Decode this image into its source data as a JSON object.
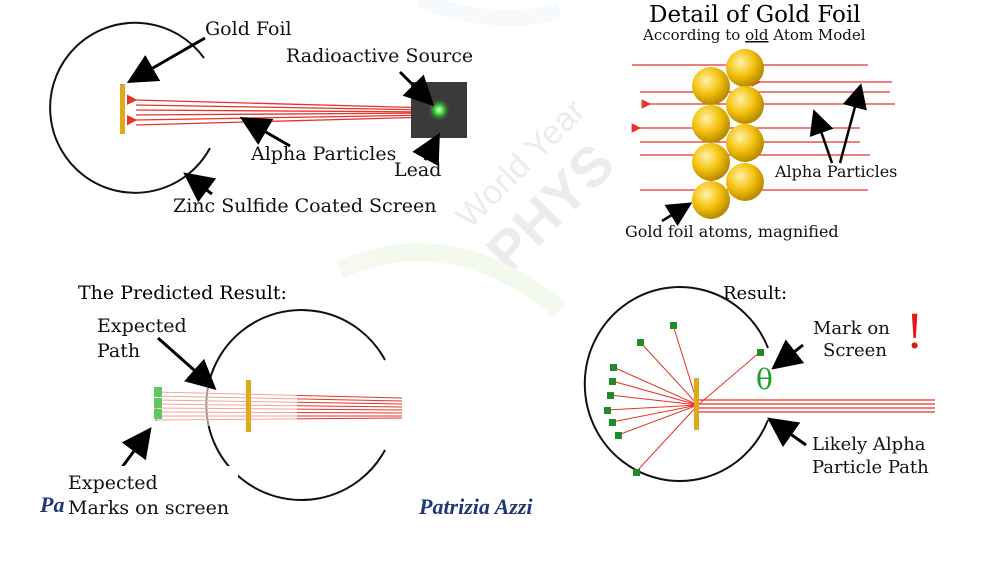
{
  "colors": {
    "ray": "#e8322a",
    "ray_light": "#f08a86",
    "foil": "#e2a81c",
    "atom": "#f4c20d",
    "mark": "#1f8a2a",
    "theta": "#17a12a",
    "exclaim": "#e01818",
    "author": "#23367a",
    "title_rule": "#a48adf"
  },
  "panel_setup": {
    "gold_foil": "Gold Foil",
    "radioactive_source": "Radioactive Source",
    "alpha_particles": "Alpha Particles",
    "lead": "Lead",
    "screen": "Zinc Sulfide Coated Screen"
  },
  "panel_detail": {
    "title": "Detail of Gold Foil",
    "subtitle_pre": "According to ",
    "subtitle_old": "old",
    "subtitle_post": " Atom Model",
    "alpha_particles": "Alpha Particles",
    "atoms_label": "Gold foil atoms, magnified"
  },
  "panel_predicted": {
    "title": "The Predicted Result:",
    "expected_path_1": "Expected",
    "expected_path_2": "Path",
    "expected_marks_1": "Expected",
    "expected_marks_2": "Marks on screen"
  },
  "panel_result": {
    "title": "Result:",
    "exclaim": "!",
    "mark_1": "Mark on",
    "mark_2": "Screen",
    "theta": "θ",
    "likely_1": "Likely Alpha",
    "likely_2": "Particle Path"
  },
  "author": {
    "partial": "Pa",
    "name": "Patrizia Azzi"
  },
  "watermark": {
    "line1": "World Year",
    "line2": "PHYS"
  }
}
